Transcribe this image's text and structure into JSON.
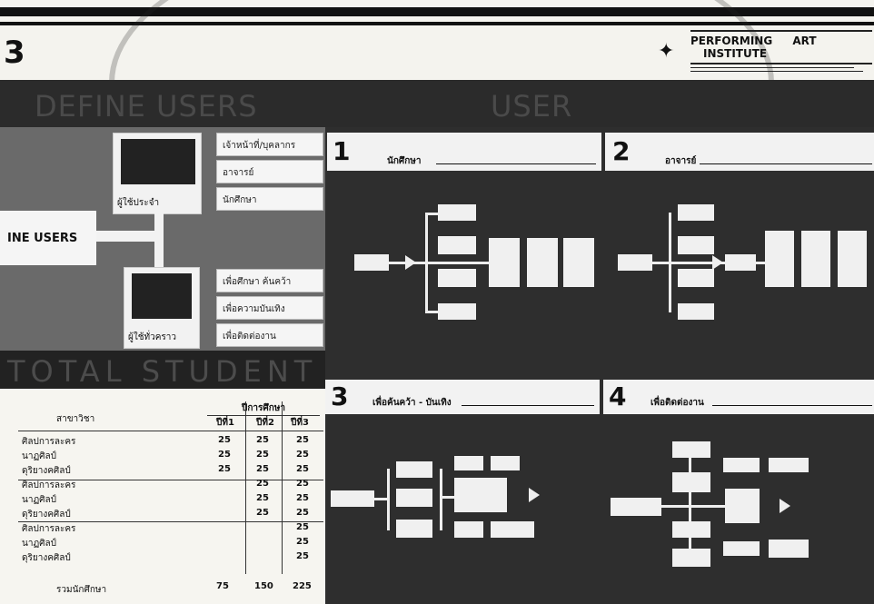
{
  "header": {
    "page_number": "3",
    "logo": {
      "line1": "PERFORMING",
      "line2": "ART",
      "line3": "INSTITUTE"
    }
  },
  "bands": {
    "define_users": "DEFINE USERS",
    "user_band_right": "USER",
    "total_student": "TOTAL STUDENT"
  },
  "left": {
    "define_users_label": "INE USERS",
    "user_a_caption": "ผู้ใช้ประจำ",
    "user_b_caption": "ผู้ใช้ทั่วคราว",
    "chips_top": [
      "เจ้าหน้าที่/บุคลากร",
      "อาจารย์",
      "นักศึกษา"
    ],
    "chips_bottom": [
      "เพื่อศึกษา ค้นคว้า",
      "เพื่อความบันเทิง",
      "เพื่อติดต่องาน"
    ]
  },
  "table": {
    "col_major": "สาขาวิชา",
    "col_group": "ปีการศึกษา",
    "year_headers": [
      "ปีที่1",
      "ปีที่2",
      "ปีที่3"
    ],
    "rows": [
      {
        "major": "ศิลปการละคร",
        "y1": "25",
        "y2": "25",
        "y3": "25"
      },
      {
        "major": "นาฏศิลป์",
        "y1": "25",
        "y2": "25",
        "y3": "25"
      },
      {
        "major": "ดุริยางคศิลป์",
        "y1": "25",
        "y2": "25",
        "y3": "25"
      },
      {
        "major": "ศิลปการละคร",
        "y1": "",
        "y2": "25",
        "y3": "25"
      },
      {
        "major": "นาฏศิลป์",
        "y1": "",
        "y2": "25",
        "y3": "25"
      },
      {
        "major": "ดุริยางคศิลป์",
        "y1": "",
        "y2": "25",
        "y3": "25"
      },
      {
        "major": "ศิลปการละคร",
        "y1": "",
        "y2": "",
        "y3": "25"
      },
      {
        "major": "นาฏศิลป์",
        "y1": "",
        "y2": "",
        "y3": "25"
      },
      {
        "major": "ดุริยางคศิลป์",
        "y1": "",
        "y2": "",
        "y3": "25"
      }
    ],
    "total_label": "รวมนักศึกษา",
    "totals": [
      "75",
      "150",
      "225"
    ]
  },
  "sections": [
    {
      "num": "1",
      "title": "นักศึกษา"
    },
    {
      "num": "2",
      "title": "อาจารย์"
    },
    {
      "num": "3",
      "title": "เพื่อค้นคว้า - บันเทิง"
    },
    {
      "num": "4",
      "title": "เพื่อติดต่องาน"
    }
  ]
}
